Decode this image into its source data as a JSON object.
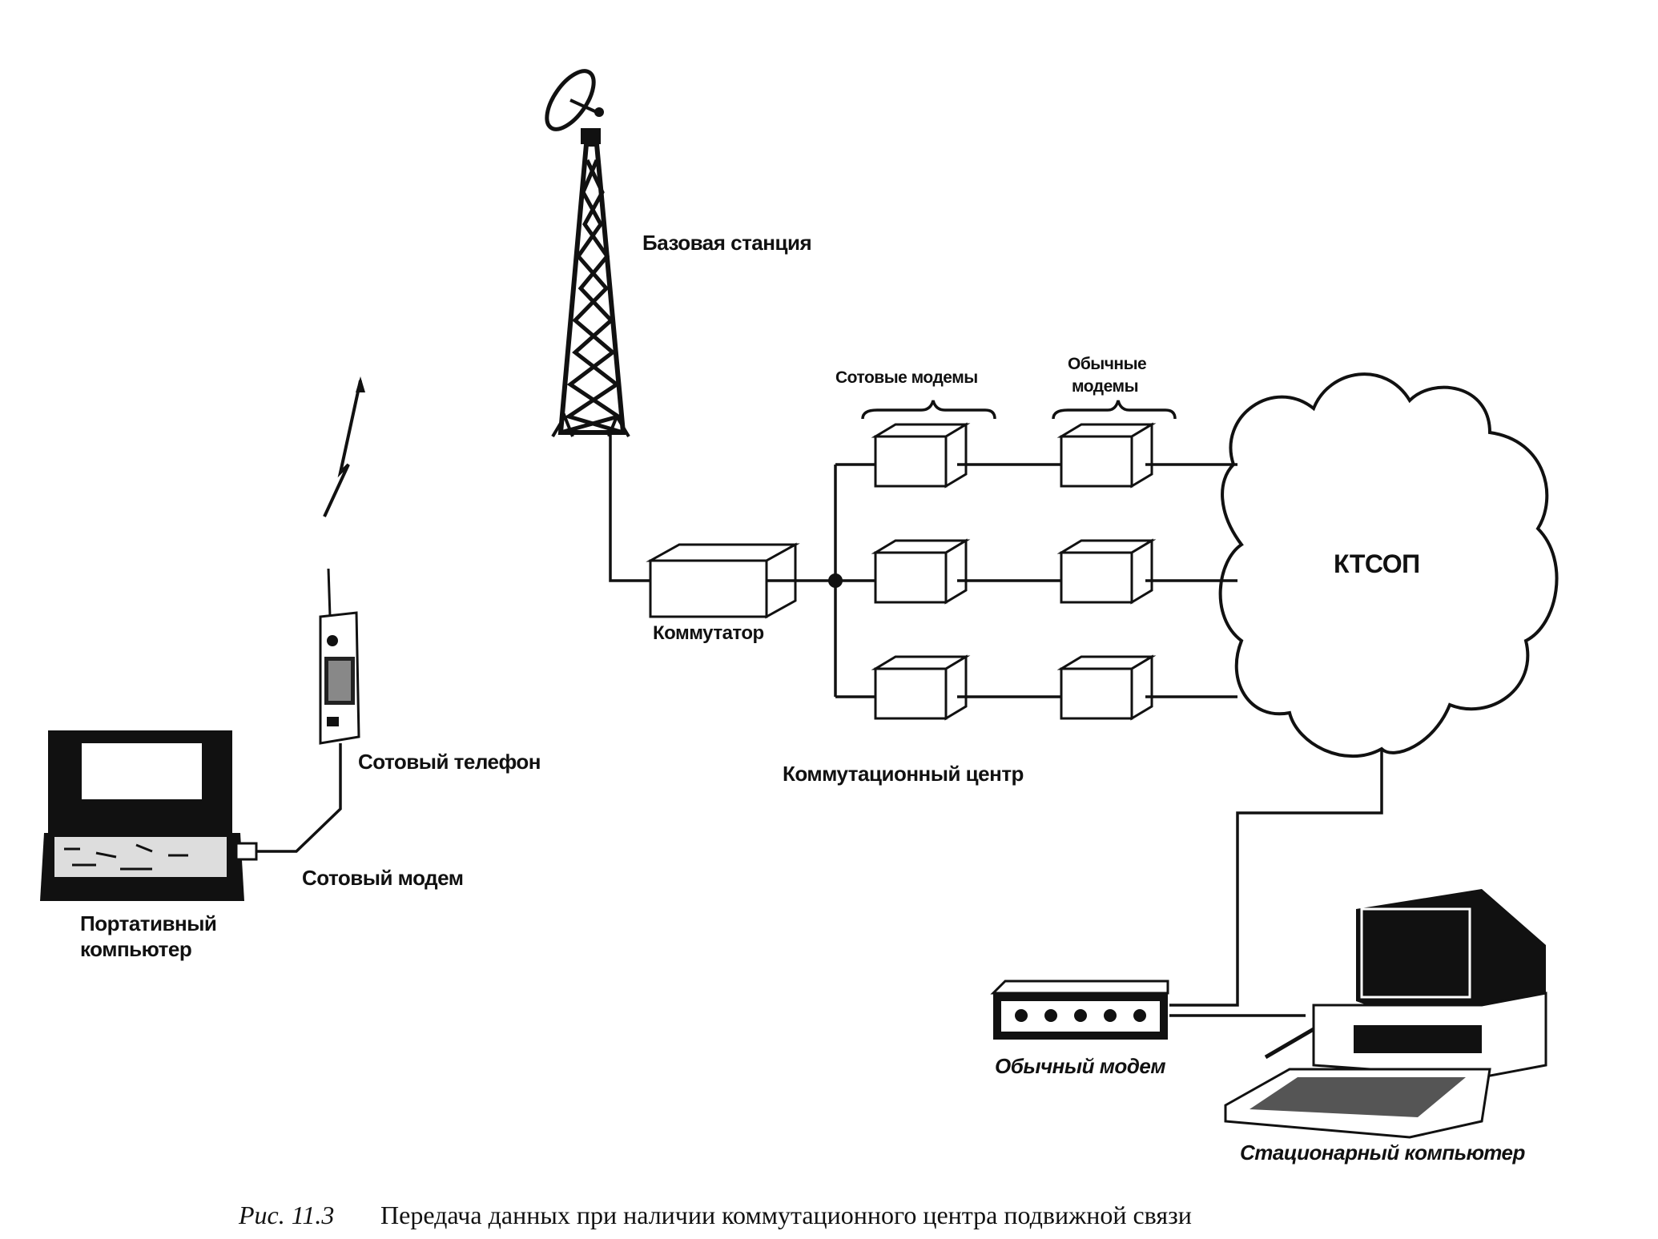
{
  "diagram": {
    "labels": {
      "base_station": "Базовая станция",
      "cell_modems_group": "Сотовые модемы",
      "regular_modems_group_line1": "Обычные",
      "regular_modems_group_line2": "модемы",
      "switch": "Коммутатор",
      "switching_center": "Коммутационный центр",
      "pstn": "КТСОП",
      "cell_phone": "Сотовый телефон",
      "cell_modem": "Сотовый модем",
      "laptop_line1": "Портативный",
      "laptop_line2": "компьютер",
      "regular_modem": "Обычный модем",
      "desktop": "Стационарный компьютер"
    },
    "caption": {
      "prefix": "Рис. 11.3",
      "text": "Передача данных при наличии коммутационного центра подвижной связи"
    },
    "nodes": [
      "Базовая станция",
      "Коммутатор",
      "Сотовые модемы ×3",
      "Обычные модемы ×3",
      "КТСОП",
      "Обычный модем",
      "Стационарный компьютер",
      "Сотовый телефон",
      "Сотовый модем",
      "Портативный компьютер"
    ]
  }
}
